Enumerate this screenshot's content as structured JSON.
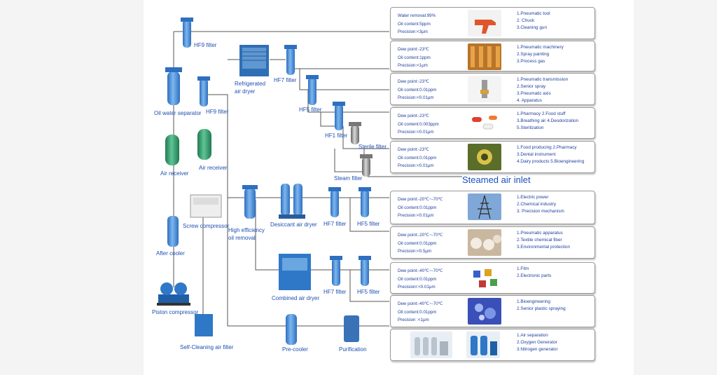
{
  "labels": {
    "hf9_top": "HF9 filter",
    "refrigerated": [
      "Refrigerated",
      "air dryer"
    ],
    "hf7_top": "HF7 filter",
    "hf5_top": "HF5 filter",
    "hf1": "HF1 filter",
    "sterile": "Sterile filter",
    "steam": "Steam filter",
    "oil_water": "Oil water separator",
    "hf9_mid": "HF9 filter",
    "air_receiver_1": "Air receiver",
    "air_receiver_2": "Air receiver",
    "screw": "Screw compressor",
    "high_eff": [
      "High efficiency",
      "oil removal"
    ],
    "desiccant": "Desiccant air dryer",
    "hf7_mid": "HF7 filter",
    "hf5_mid": "HF5 filter",
    "after_cooler": "After cooler",
    "combined": "Combined air dryer",
    "hf7_low": "HF7 filter",
    "hf5_low": "HF5 filter",
    "piston": "Piston compressor",
    "self_cleaning": "Self-Cleaning air filter",
    "pre_cooler": "Pre-cooler",
    "purification": "Purification"
  },
  "steamed_inlet": "Steamed air inlet",
  "cards": [
    {
      "specs": [
        "Water removal:99%",
        "Oil content:5ppm",
        "Precision:<3μm"
      ],
      "apps": [
        "1.Pneumatic tool",
        "2. Chuck",
        "3.Cleaning gun"
      ]
    },
    {
      "specs": [
        "Dew point:-23℃",
        "Oil content:1ppm",
        "Precision:<1μm"
      ],
      "apps": [
        "1.Pneumatic machinery",
        "2.Spray painting",
        "3.Process gas"
      ]
    },
    {
      "specs": [
        "Dew point:-23℃",
        "Oil content:0.01ppm",
        "Precision:<0.01μm"
      ],
      "apps": [
        "1.Pneumatic transmission",
        "2.Senior  spray",
        "3.Pneumatic axis",
        "4. Apparatus"
      ]
    },
    {
      "specs": [
        "Dew point:-23℃",
        "Oil content:0.003ppm",
        "Precision:<0.01μm"
      ],
      "apps": [
        "1.Pharmacy     2.Food stuff",
        "3.Breathing air  4.Deodorization",
        "5.Sterilization"
      ]
    },
    {
      "specs": [
        "Dew point:-23℃",
        "Oil content:0.01ppm",
        "Precision:<0.01μm"
      ],
      "apps": [
        "1.Food producing 2.Pharmacy",
        "3.Dental instrument",
        "4.Dairy products  5.Bioengineering"
      ]
    },
    {
      "specs": [
        "Dew point:-20℃~-70℃",
        "Oil content:0.01ppm",
        "Precision:<0.01μm"
      ],
      "apps": [
        "1.Electric power",
        "2.Chemical industry",
        "3. Precision mechanism"
      ]
    },
    {
      "specs": [
        "Dew point:-20℃~-70℃",
        "Oil content:0.01ppm",
        "Precision:<0.5μm"
      ],
      "apps": [
        "1.Pneumatic apparatus",
        "2.Textile chemical fiber",
        "3.Environmental protection"
      ]
    },
    {
      "specs": [
        "Dew point:-40℃~-70℃",
        "Oil content:0.01ppm",
        "Precisionr:<0.01μm"
      ],
      "apps": [
        "1.Film",
        "2.Electronic parts"
      ]
    },
    {
      "specs": [
        "Dew point:-40℃~-70℃",
        "Oil content:0.01ppm",
        "Precision :<1μm"
      ],
      "apps": [
        "1.Bioengineering",
        "2.Senior plastic spraying"
      ]
    },
    {
      "specs": [],
      "apps": [
        "1.Air separation",
        "2.Oxygen Generator",
        "3.Nitrogen generator"
      ]
    }
  ],
  "colors": {
    "label": "#1f4fb0",
    "equipment": "#4a8fd8",
    "receiver": "#2f9a6a",
    "line": "#555555"
  }
}
